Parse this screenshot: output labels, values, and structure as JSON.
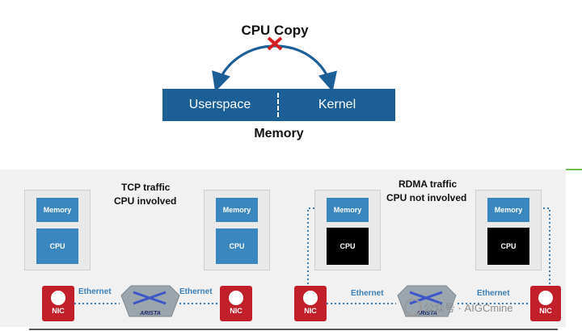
{
  "top": {
    "title": "CPU Copy",
    "memory_left": "Userspace",
    "memory_right": "Kernel",
    "memory_label": "Memory"
  },
  "tcp": {
    "caption_line1": "TCP traffic",
    "caption_line2": "CPU involved",
    "memory": "Memory",
    "cpu": "CPU",
    "nic": "NIC",
    "ethernet": "Ethernet",
    "switch": "ARISTA"
  },
  "rdma": {
    "caption_line1": "RDMA traffic",
    "caption_line2": "CPU not involved",
    "memory": "Memory",
    "cpu": "CPU",
    "nic": "NIC",
    "ethernet": "Ethernet",
    "switch": "ARISTA"
  },
  "watermark": "公众号 · AIGCmine",
  "colors": {
    "memory_bar": "#1b5f96",
    "host_block": "#3a86bf",
    "cpu_idle": "#000000",
    "nic": "#c1202b",
    "link": "#3a7fb5",
    "cross": "#d32020",
    "accent_line": "#6fbf52"
  }
}
